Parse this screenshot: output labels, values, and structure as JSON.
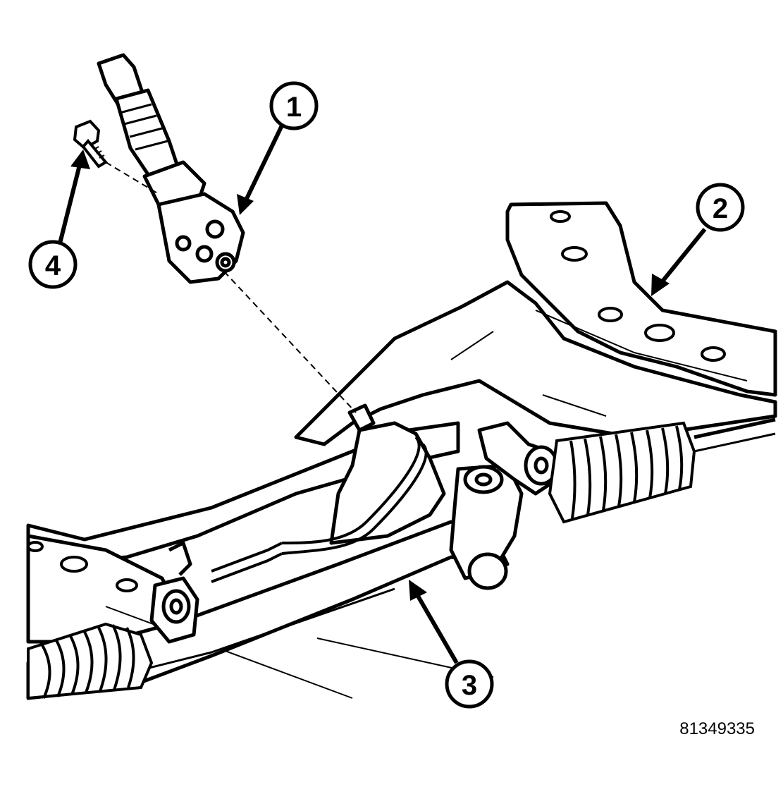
{
  "callouts": [
    {
      "id": "1",
      "label": "1"
    },
    {
      "id": "2",
      "label": "2"
    },
    {
      "id": "3",
      "label": "3"
    },
    {
      "id": "4",
      "label": "4"
    }
  ],
  "figure_id": "81349335",
  "colors": {
    "ink": "#000000",
    "paper": "#ffffff"
  }
}
